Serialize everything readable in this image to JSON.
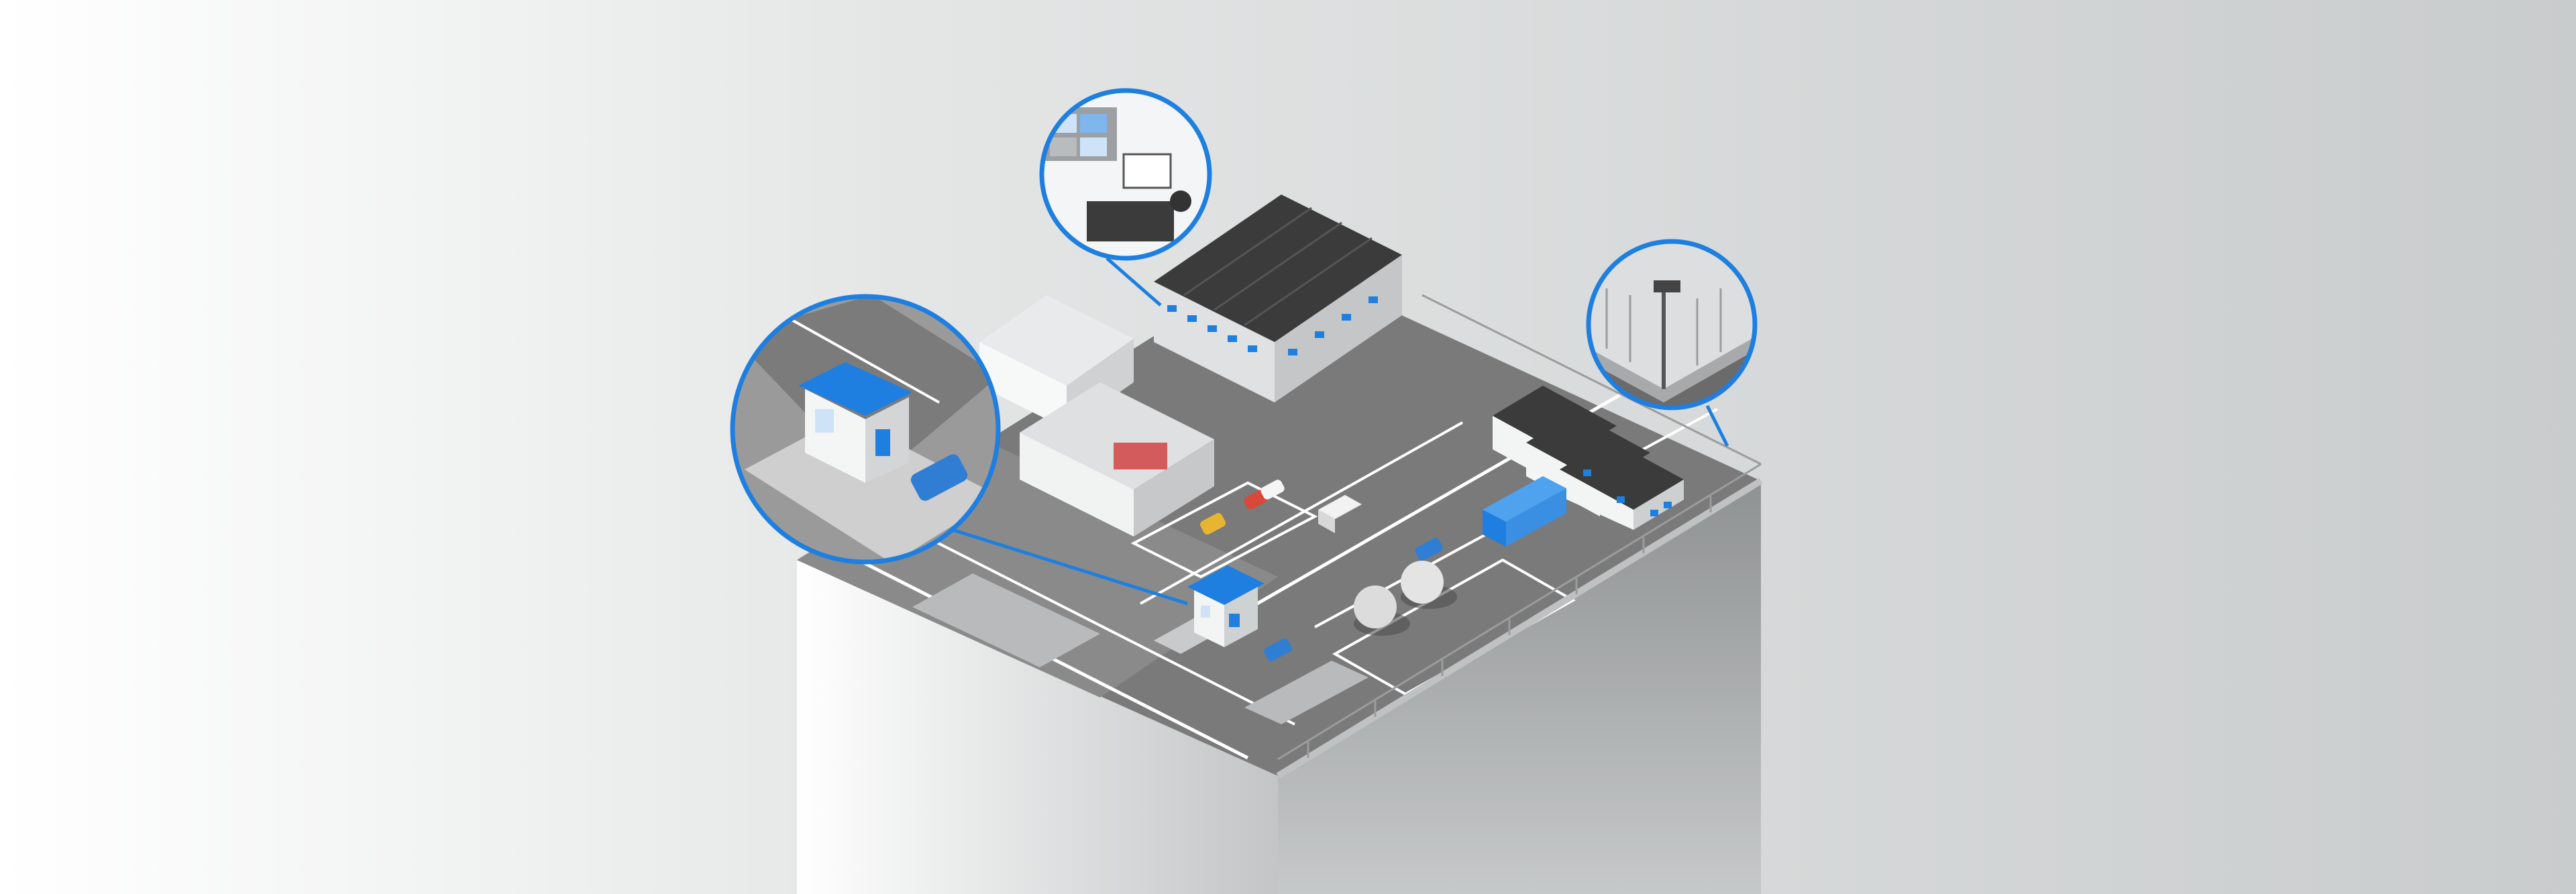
{
  "scene": {
    "palette": {
      "accent": "#1e7fe0",
      "ground": "#6e6e6e",
      "ground_dark": "#5b5b5b",
      "lane": "#ffffff",
      "roof_dark": "#3b3b3b",
      "wall_light": "#f2f3f4",
      "background_left": "#ffffff",
      "background_right": "#c9cccd"
    },
    "items": [
      {
        "name": "industrial-site-platform"
      },
      {
        "name": "entrance-gatehouse"
      },
      {
        "name": "factory-building"
      },
      {
        "name": "warehouse-buildings"
      },
      {
        "name": "parking-lot"
      },
      {
        "name": "storage-tanks"
      },
      {
        "name": "perimeter-fence"
      },
      {
        "name": "delivery-truck"
      }
    ],
    "callouts": [
      {
        "name": "gatehouse-zoom-callout",
        "subject": "entrance-gatehouse"
      },
      {
        "name": "control-room-callout",
        "subject": "operator-workstation"
      },
      {
        "name": "perimeter-camera-callout",
        "subject": "fence-camera"
      }
    ]
  }
}
